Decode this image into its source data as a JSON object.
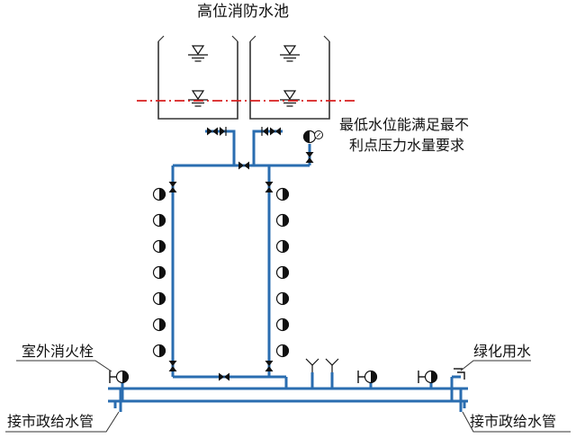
{
  "labels": {
    "title": "高位消防水池",
    "note_line1": "最低水位能满足最不",
    "note_line2": "利点压力水量要求",
    "outdoor_hydrant": "室外消火栓",
    "greening_water": "绿化用水",
    "mains_left": "接市政给水管",
    "mains_right": "接市政给水管"
  },
  "colors": {
    "pipe": "#2a6db0",
    "tank": "#333333",
    "min_water_line": "#d81e1e",
    "text": "#111111"
  },
  "icons": [
    "water-level-triangle-icon",
    "gate-valve-icon",
    "check-valve-icon",
    "pressure-gauge-icon",
    "indoor-hydrant-icon",
    "outdoor-hydrant-icon",
    "faucet-icon"
  ]
}
